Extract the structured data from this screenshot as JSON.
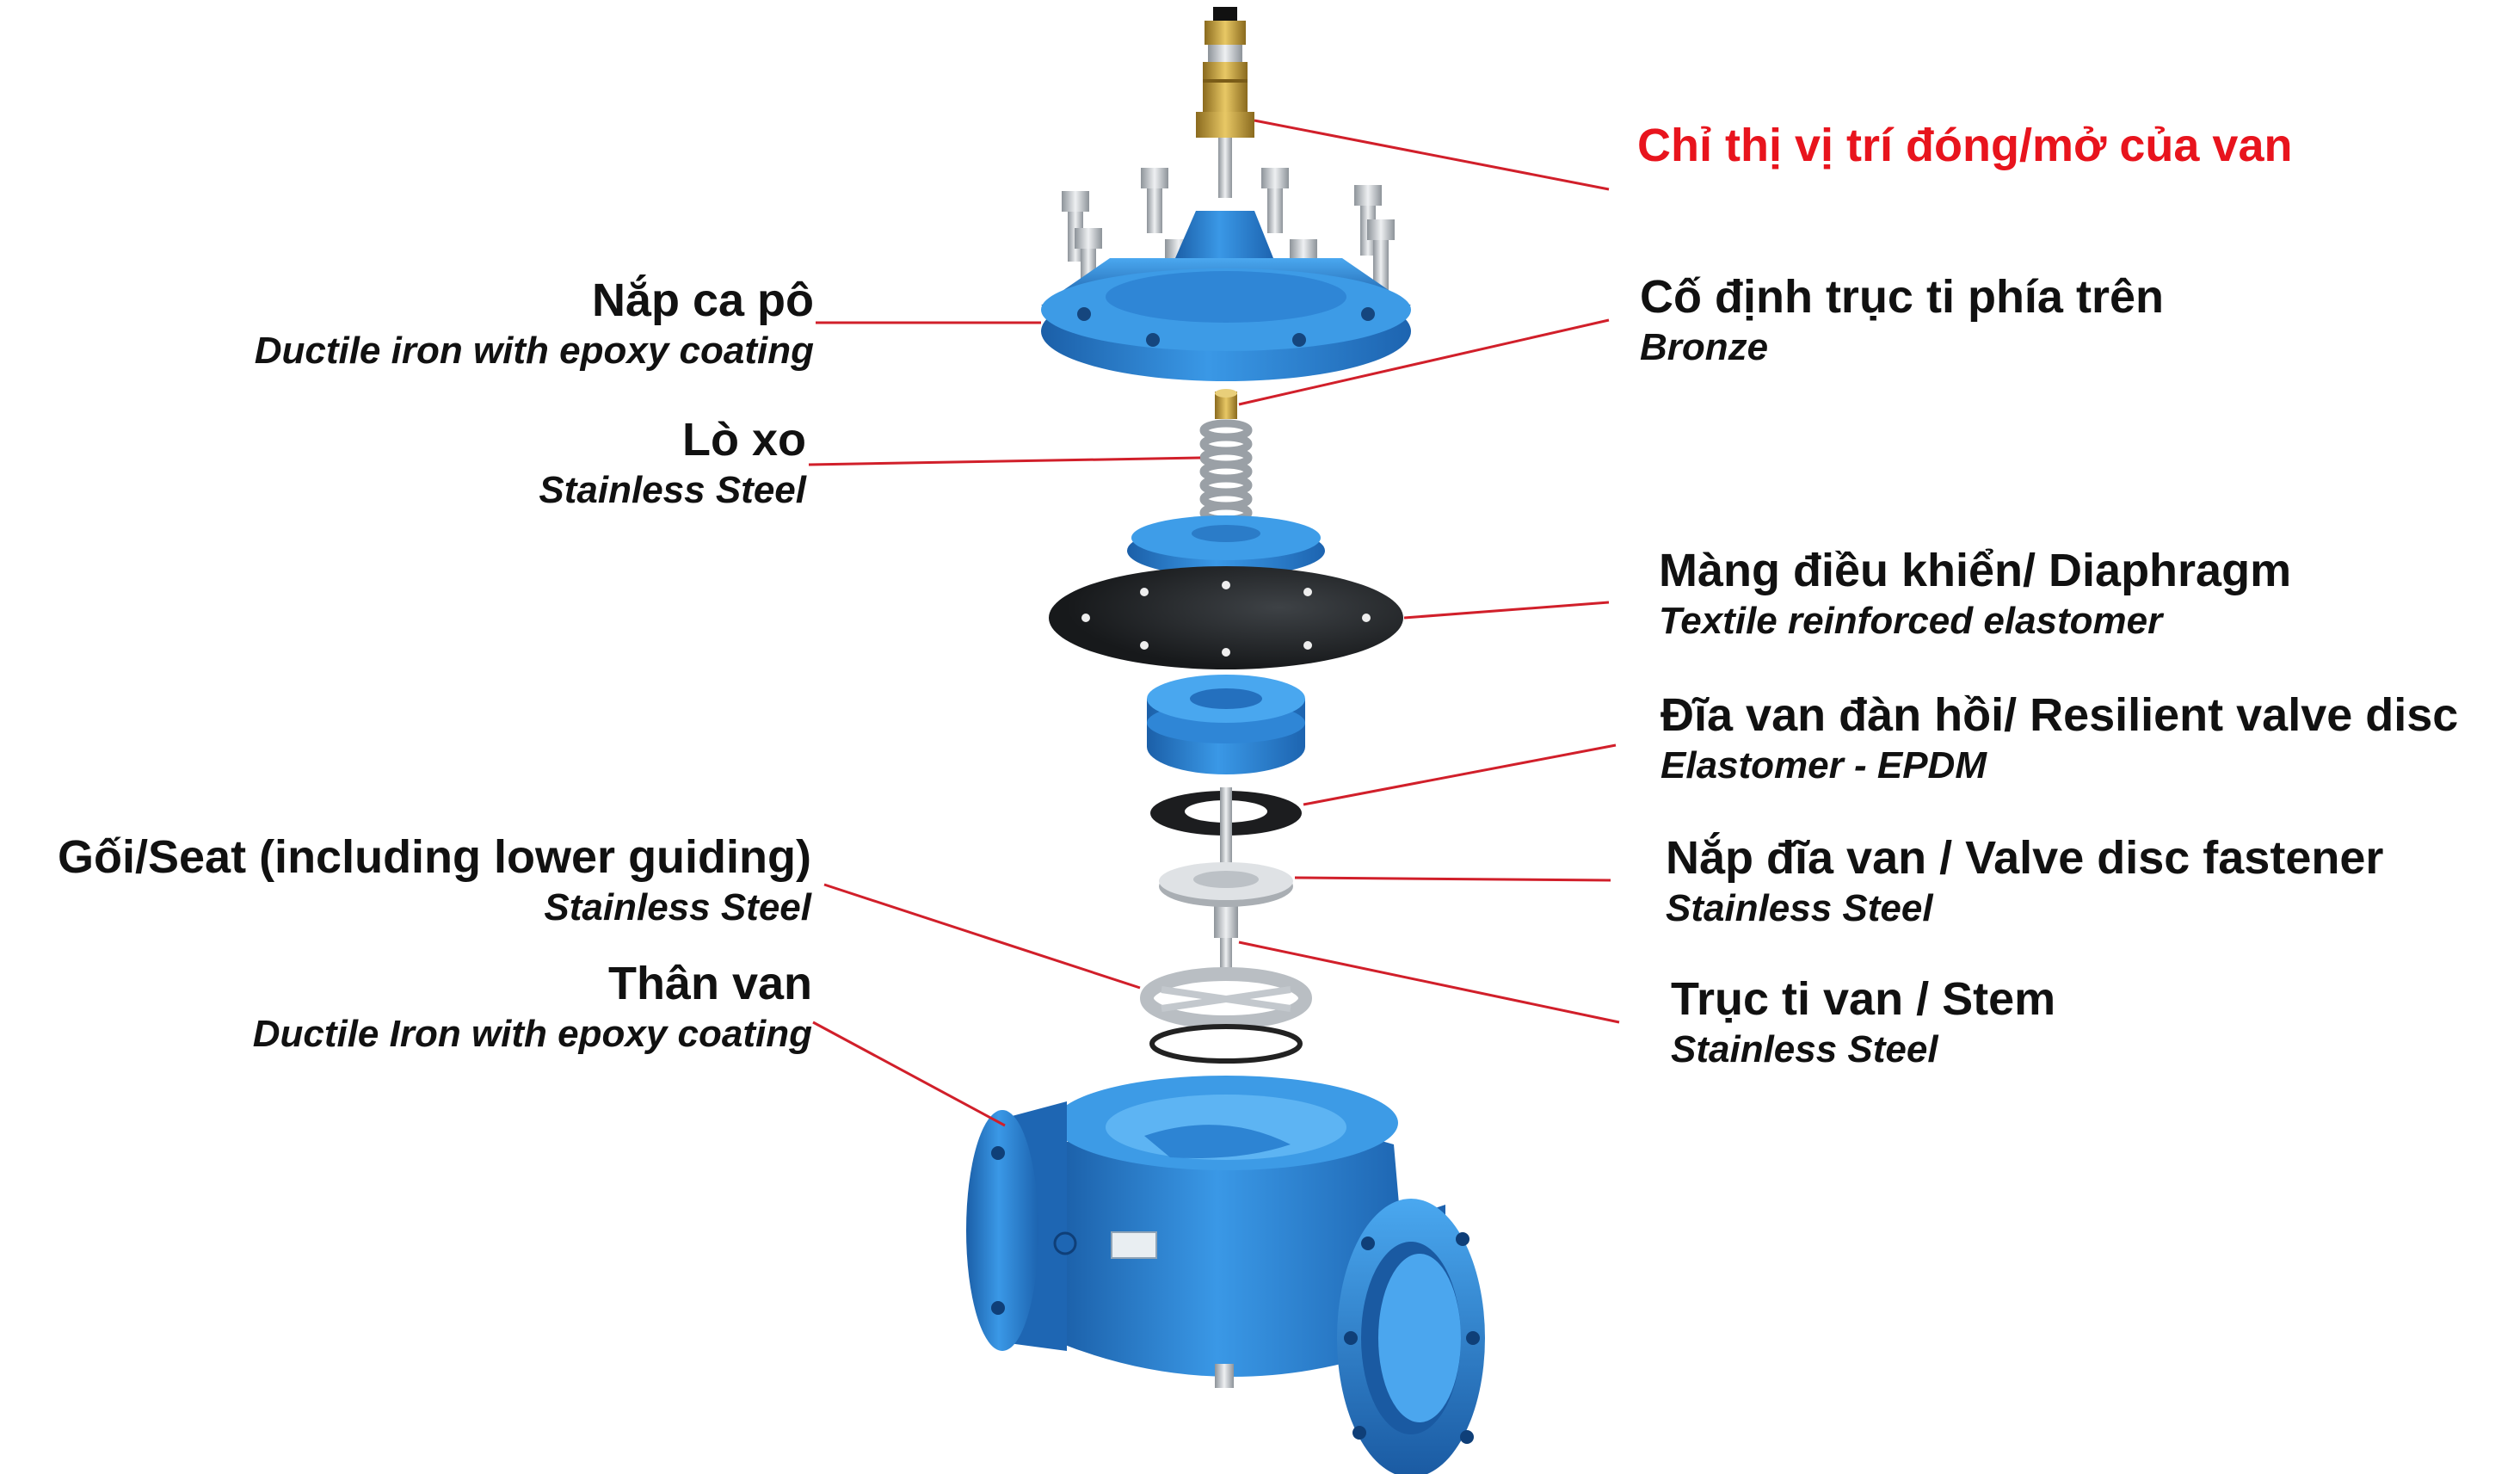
{
  "colors": {
    "leader": "#d11f2a",
    "highlight": "#e8141d",
    "valve_blue": "#2f86d6",
    "valve_blue_dark": "#1b5fa8",
    "diaphragm": "#262a2e",
    "brass": "#c9a23c",
    "steel": "#c8ccd0"
  },
  "labels": {
    "indicator": {
      "name": "Chỉ thị vị trí đóng/mở của van"
    },
    "bonnet": {
      "name": "Nắp ca pô",
      "material": "Ductile iron with epoxy coating"
    },
    "upper_guide": {
      "name": "Cố định trục ti phía trên",
      "material": "Bronze"
    },
    "spring": {
      "name": "Lò xo",
      "material": "Stainless Steel"
    },
    "diaphragm": {
      "name": "Màng điều khiển/ Diaphragm",
      "material": "Textile  reinforced elastomer"
    },
    "disc": {
      "name": "Đĩa van đàn hồi/ Resilient valve disc",
      "material": "Elastomer - EPDM"
    },
    "seat": {
      "name": "Gối/Seat (including lower guiding)",
      "material": "Stainless Steel"
    },
    "disc_fastener": {
      "name": "Nắp đĩa van / Valve disc fastener",
      "material": "Stainless Steel"
    },
    "body": {
      "name": "Thân van",
      "material": "Ductile Iron with epoxy coating"
    },
    "stem": {
      "name": "Trục ti van / Stem",
      "material": "Stainless Steel"
    }
  }
}
